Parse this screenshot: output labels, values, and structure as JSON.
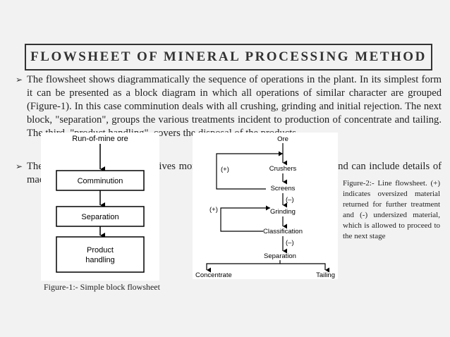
{
  "title": "FLOWSHEET OF MINERAL PROCESSING METHOD",
  "bullets": [
    "The flowsheet shows diagrammatically the sequence of operations in the plant. In its simplest form it can be presented as a block diagram in which all operations of similar character are grouped (Figure-1). In this case comminution deals with all crushing, grinding and initial rejection. The next block, \"separation\", groups the various treatments incident to production of concentrate and tailing. The third, \"product handling\", covers the disposal of the products.",
    "The line flowsheet (Figure-2) gives more detail and is more convenient, and can include details of machines, settings, rates, etc."
  ],
  "figure1": {
    "blocks": [
      "Run-of-mine ore",
      "Comminution",
      "Separation",
      "Product handling"
    ],
    "caption": "Figure-1:- Simple block flowsheet"
  },
  "figure2": {
    "nodes": [
      "Ore",
      "Crushers",
      "Screens",
      "Grinding",
      "Classification",
      "Separation",
      "Concentrate",
      "Tailing"
    ],
    "markers": [
      "(+)",
      "(–)",
      "(+)",
      "(–)"
    ],
    "caption": "Figure-2:- Line flowsheet. (+) indicates oversized material returned for further treatment and (-) undersized material, which is allowed to proceed to the next stage"
  }
}
